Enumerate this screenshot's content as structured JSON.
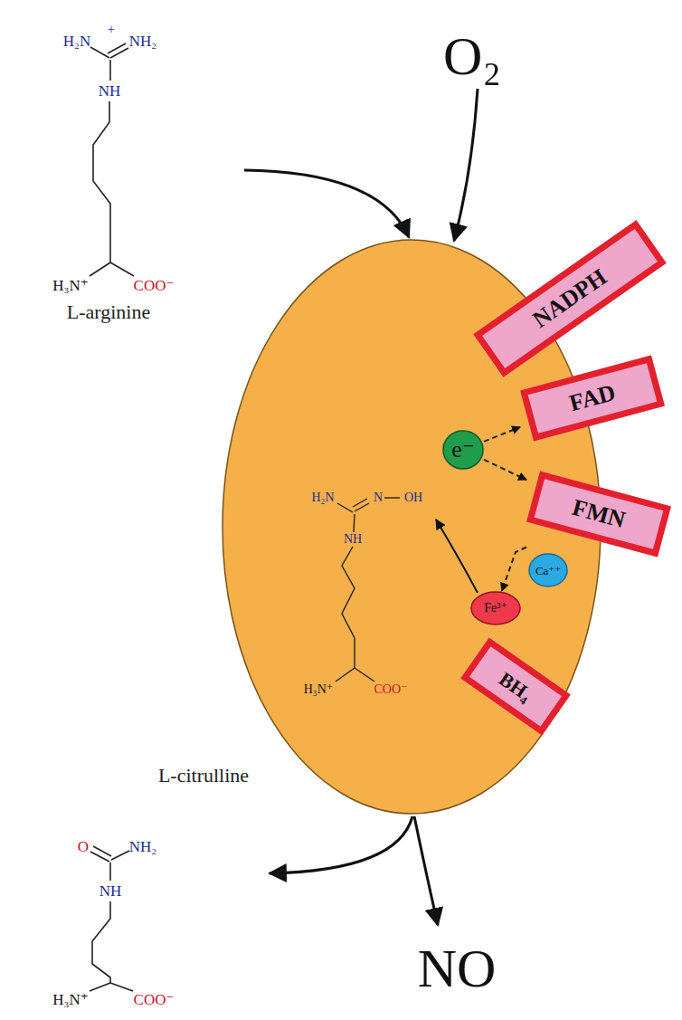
{
  "diagram": {
    "nodes": [
      {
        "text": [
          "NADPH"
        ]
      },
      {
        "text": [
          "H₂N",
          "N",
          "OH",
          "NH",
          "H₃N⁺",
          "COO⁻"
        ]
      },
      {
        "text": [
          "FAD"
        ]
      },
      {
        "text": [
          "e⁻"
        ],
        "in": 1
      },
      {
        "text": [
          "FMN"
        ]
      },
      {
        "text": [
          "Ca⁺⁺"
        ],
        "in": 1
      },
      {
        "text": [
          "Fe³⁺"
        ],
        "in": 1
      },
      {
        "text": [
          "BH₄"
        ]
      }
    ],
    "edges": [
      {
        "from": 3,
        "to": 2,
        "arrow": "to"
      },
      {
        "from": 3,
        "to": 4,
        "arrow": "to"
      },
      {
        "from": 4,
        "to": 6,
        "arrow": "to"
      }
    ],
    "labels": [
      "H₂N",
      "+",
      "NH₂",
      "NH",
      "H₃N⁺",
      "COO⁻",
      "L-arginine",
      "O₂",
      "L-citrulline",
      "O",
      "NH₂",
      "NH",
      "H₃N⁺",
      "COO⁻",
      "NO"
    ]
  }
}
